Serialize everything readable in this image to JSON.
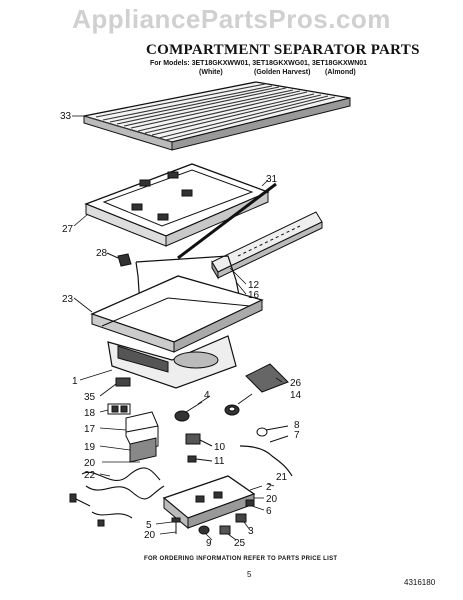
{
  "watermark": "AppliancePartsPros.com",
  "title": "COMPARTMENT SEPARATOR PARTS",
  "models_line": "For Models: 3ET18GKXWW01, 3ET18GKXWG01, 3ET18GKXWN01",
  "variants": [
    "(White)",
    "(Golden Harvest)",
    "(Almond)"
  ],
  "footer_note": "FOR ORDERING INFORMATION REFER TO PARTS PRICE LIST",
  "page_number": "5",
  "document_number": "4316180",
  "callouts": [
    "33",
    "31",
    "27",
    "28",
    "12",
    "16",
    "23",
    "1",
    "26",
    "35",
    "14",
    "4",
    "18",
    "8",
    "7",
    "17",
    "10",
    "11",
    "19",
    "20",
    "22",
    "21",
    "2",
    "20",
    "6",
    "5",
    "20",
    "9",
    "25",
    "3"
  ]
}
